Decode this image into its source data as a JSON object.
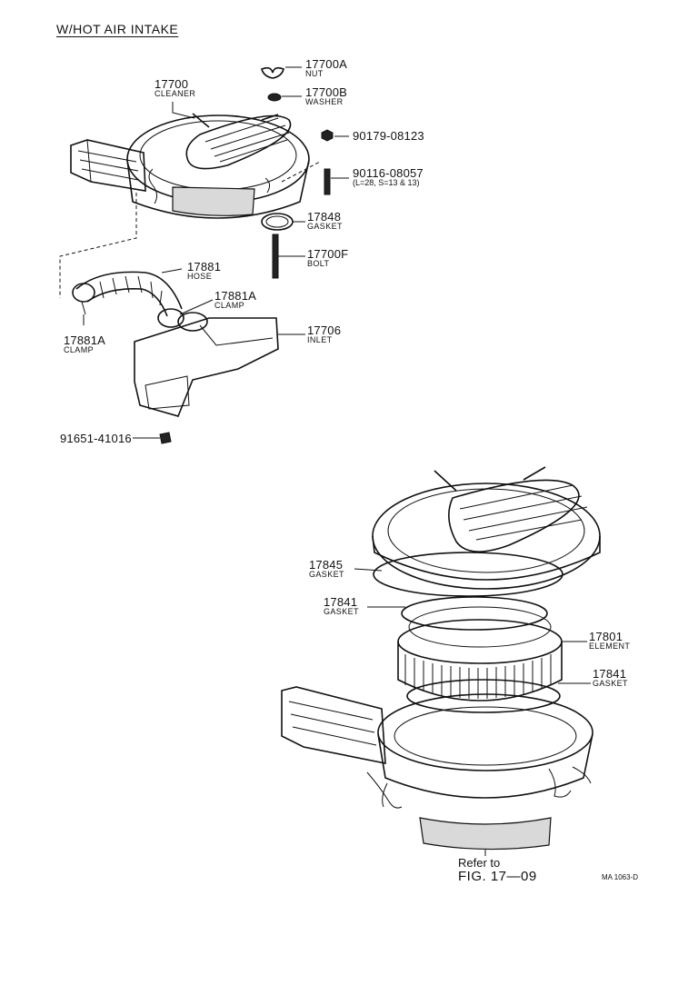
{
  "heading": "W/HOT AIR INTAKE",
  "parts": {
    "nut": {
      "number": "17700A",
      "name": "NUT"
    },
    "washer": {
      "number": "17700B",
      "name": "WASHER"
    },
    "cleaner": {
      "number": "17700",
      "name": "CLEANER"
    },
    "nut_90179": {
      "number": "90179-08123"
    },
    "stud_90116": {
      "number": "90116-08057",
      "note": "(L=28, S=13 & 13)"
    },
    "gasket_17848": {
      "number": "17848",
      "name": "GASKET"
    },
    "bolt": {
      "number": "17700F",
      "name": "BOLT"
    },
    "hose": {
      "number": "17881",
      "name": "HOSE"
    },
    "clamp_right": {
      "number": "17881A",
      "name": "CLAMP"
    },
    "clamp_left": {
      "number": "17881A",
      "name": "CLAMP"
    },
    "inlet": {
      "number": "17706",
      "name": "INLET"
    },
    "screw_91651": {
      "number": "91651-41016"
    },
    "gasket_17845": {
      "number": "17845",
      "name": "GASKET"
    },
    "gasket_17841_top": {
      "number": "17841",
      "name": "GASKET"
    },
    "element": {
      "number": "17801",
      "name": "ELEMENT"
    },
    "gasket_17841_bottom": {
      "number": "17841",
      "name": "GASKET"
    }
  },
  "refer": {
    "line1": "Refer to",
    "line2": "FIG. 17—09"
  },
  "drawing_code": "MA 1063-D"
}
